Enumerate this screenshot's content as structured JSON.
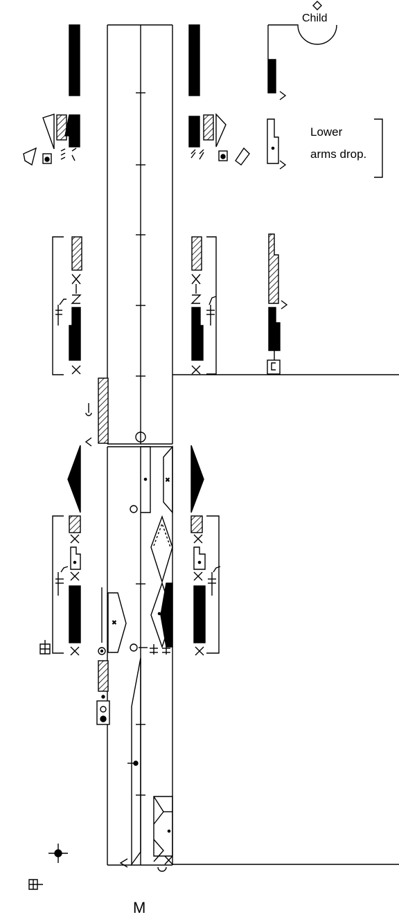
{
  "annotations": {
    "child": "Child",
    "lower_line1": "Lower",
    "lower_line2": "arms drop.",
    "bottom_letter": "M"
  },
  "colors": {
    "ink": "#000000",
    "paper": "#ffffff"
  }
}
